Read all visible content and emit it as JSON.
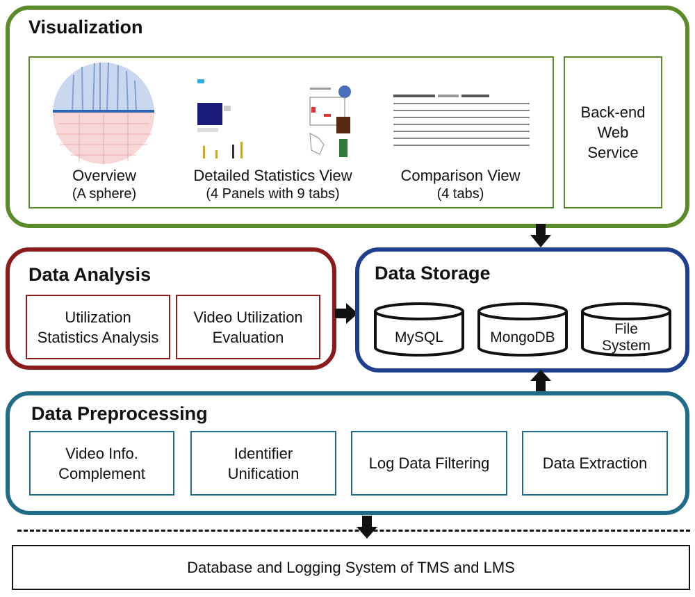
{
  "visualization": {
    "title": "Visualization",
    "views": [
      {
        "name": "Overview",
        "detail": "(A sphere)"
      },
      {
        "name": "Detailed Statistics View",
        "detail": "(4 Panels with 9 tabs)"
      },
      {
        "name": "Comparison View",
        "detail": "(4 tabs)"
      }
    ],
    "backend": "Back-end\nWeb\nService"
  },
  "analysis": {
    "title": "Data Analysis",
    "items": [
      "Utilization\nStatistics Analysis",
      "Video Utilization\nEvaluation"
    ]
  },
  "storage": {
    "title": "Data Storage",
    "items": [
      "MySQL",
      "MongoDB",
      "File\nSystem"
    ]
  },
  "preprocessing": {
    "title": "Data Preprocessing",
    "items": [
      "Video Info.\nComplement",
      "Identifier\nUnification",
      "Log Data Filtering",
      "Data Extraction"
    ]
  },
  "source": {
    "label": "Database and Logging System of TMS and LMS"
  },
  "colors": {
    "visualization": "#5a8a2a",
    "analysis": "#8b1a1a",
    "storage": "#1e3f8e",
    "preprocessing": "#1e6b8a"
  }
}
